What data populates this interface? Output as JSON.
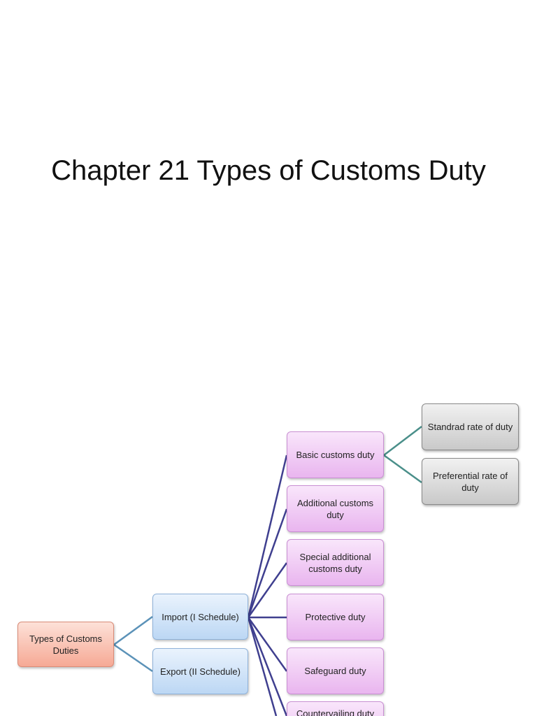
{
  "title": "Chapter 21 Types of Customs Duty",
  "diagram": {
    "root": "Types of Customs Duties",
    "schedules": {
      "import": "Import (I Schedule)",
      "export": "Export (II Schedule)"
    },
    "import_duties": {
      "basic": "Basic customs duty",
      "additional": "Additional customs duty",
      "special_additional": "Special additional customs duty",
      "protective": "Protective duty",
      "safeguard": "Safeguard duty",
      "countervailing": "Countervailing duty"
    },
    "basic_duty_rates": {
      "standard": "Standrad rate of duty",
      "preferential": "Preferential rate of duty"
    }
  },
  "colors": {
    "connector_blue": "#5b92b8",
    "connector_navy": "#3f3f8f",
    "connector_teal": "#4a8f8a"
  }
}
